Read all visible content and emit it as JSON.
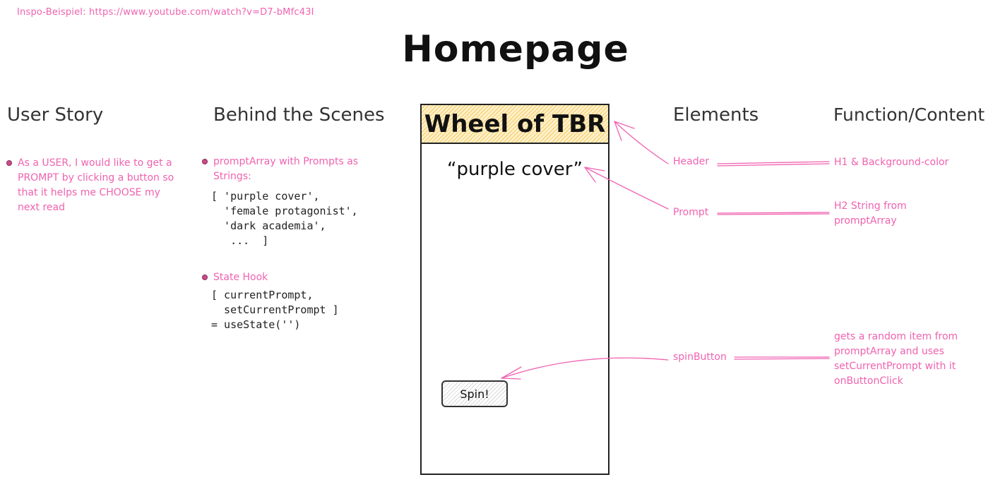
{
  "inspo": "Inspo-Beispiel: https://www.youtube.com/watch?v=D7-bMfc43I",
  "title": "Homepage",
  "columns": {
    "user_story": "User Story",
    "behind": "Behind the Scenes",
    "elements": "Elements",
    "function": "Function/Content"
  },
  "user_story_note": "As a USER, I would like to get a PROMPT by clicking a button so that it helps me CHOOSE my next read",
  "behind": {
    "prompt_array_note": "promptArray with Prompts as Strings:",
    "prompt_array_code": "[ 'purple cover',\n  'female protagonist',\n  'dark academia',\n   ...  ]",
    "state_hook_note": "State Hook",
    "state_hook_code": "[ currentPrompt,\n  setCurrentPrompt ]\n= useState('')"
  },
  "mockup": {
    "header": "Wheel of TBR",
    "prompt": "“purple cover”",
    "button": "Spin!"
  },
  "elements": {
    "header": "Header",
    "prompt": "Prompt",
    "spin": "spinButton"
  },
  "functions": {
    "header": "H1 & Background-color",
    "prompt": "H2 String from promptArray",
    "spin": "gets a random item from promptArray and uses setCurrentPrompt with it onButtonClick"
  },
  "colors": {
    "note": "#f062b0",
    "header_fill": "#f4c96a"
  }
}
